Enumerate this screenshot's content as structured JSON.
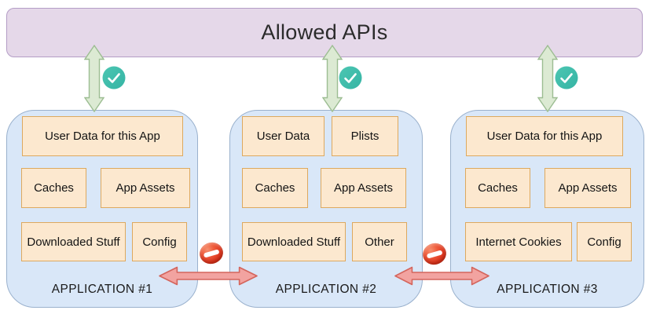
{
  "title": "Allowed APIs",
  "apps": [
    {
      "label": "APPLICATION #1",
      "items": [
        "User Data for this App",
        "Caches",
        "App Assets",
        "Downloaded Stuff",
        "Config"
      ]
    },
    {
      "label": "APPLICATION #2",
      "items": [
        "User Data",
        "Plists",
        "Caches",
        "App Assets",
        "Downloaded Stuff",
        "Other"
      ]
    },
    {
      "label": "APPLICATION #3",
      "items": [
        "User Data for this App",
        "Caches",
        "App Assets",
        "Internet Cookies",
        "Config"
      ]
    }
  ],
  "icons": {
    "allowed": "check-icon",
    "blocked": "no-entry-icon"
  },
  "colors": {
    "allowed_box_fill": "#e5d8e9",
    "allowed_box_border": "#b49dc6",
    "app_box_fill": "#d9e7f8",
    "app_box_border": "#9ab1cd",
    "item_fill": "#fce8cf",
    "item_border": "#dda95f",
    "allow_arrow_fill": "#dcead3",
    "allow_arrow_border": "#9cbd92",
    "check_badge_fill": "#3fbcab",
    "block_arrow_fill": "#f2a3a0",
    "block_arrow_border": "#d4655c",
    "no_entry_red": "#e03a22"
  }
}
